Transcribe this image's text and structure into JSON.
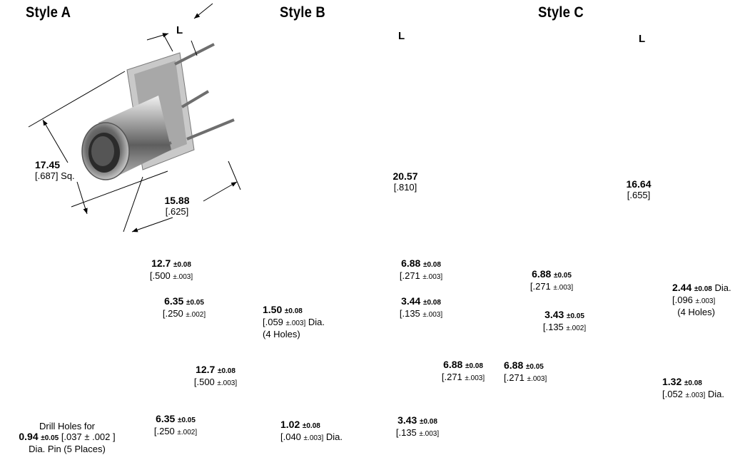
{
  "styles": {
    "a": {
      "title": "Style A",
      "L": "L",
      "dims": [
        {
          "main": "17.45",
          "suffix": " Sq.",
          "inch": "[.687]"
        },
        {
          "main": "15.88",
          "inch": "[.625]"
        }
      ]
    },
    "b": {
      "title": "Style B",
      "L": "L",
      "dims": [
        {
          "main": "20.57",
          "inch": "[.810]"
        }
      ]
    },
    "c": {
      "title": "Style C",
      "L": "L",
      "dims": [
        {
          "main": "16.64",
          "inch": "[.655]"
        }
      ]
    }
  },
  "footprint_a": {
    "d1": {
      "main": "12.7",
      "tol": "±0.08",
      "inch": "[.500",
      "itol": "±.003]"
    },
    "d2": {
      "main": "6.35",
      "tol": "±0.05",
      "inch": "[.250",
      "itol": "±.002]"
    },
    "d3": {
      "main": "12.7",
      "tol": "±0.08",
      "inch": "[.500",
      "itol": "±.003]"
    },
    "d4": {
      "main": "6.35",
      "tol": "±0.05",
      "inch": "[.250",
      "itol": "±.002]"
    },
    "note_line1": "Drill Holes for",
    "note_main": "0.94",
    "note_tol": "±0.05",
    "note_inch": "[.037 ± .002 ]",
    "note_line3": "Dia. Pin (5 Places)"
  },
  "footprint_b": {
    "d1": {
      "main": "6.88",
      "tol": "±0.08",
      "inch": "[.271",
      "itol": "±.003]"
    },
    "d2": {
      "main": "3.44",
      "tol": "±0.08",
      "inch": "[.135",
      "itol": "±.003]"
    },
    "d3": {
      "main": "1.50",
      "tol": "±0.08",
      "inch": "[.059",
      "itol": "±.003]",
      "suffix": " Dia.",
      "extra": "(4 Holes)"
    },
    "d4": {
      "main": "6.88",
      "tol": "±0.08",
      "inch": "[.271",
      "itol": "±.003]"
    },
    "d5": {
      "main": "1.02",
      "tol": "±0.08",
      "inch": "[.040",
      "itol": "±.003]",
      "suffix": " Dia."
    },
    "d6": {
      "main": "3.43",
      "tol": "±0.08",
      "inch": "[.135",
      "itol": "±.003]"
    }
  },
  "footprint_c": {
    "d1": {
      "main": "6.88",
      "tol": "±0.05",
      "inch": "[.271",
      "itol": "±.003]"
    },
    "d2": {
      "main": "2.44",
      "tol": "±0.08",
      "inch": "[.096",
      "itol": "±.003]",
      "suffix": " Dia.",
      "extra": "(4 Holes)"
    },
    "d3": {
      "main": "3.43",
      "tol": "±0.05",
      "inch": "[.135",
      "itol": "±.002]"
    },
    "d4": {
      "main": "6.88",
      "tol": "±0.05",
      "inch": "[.271",
      "itol": "±.003]"
    },
    "d5": {
      "main": "1.32",
      "tol": "±0.08",
      "inch": "[.052",
      "itol": "±.003]",
      "suffix": " Dia."
    }
  }
}
